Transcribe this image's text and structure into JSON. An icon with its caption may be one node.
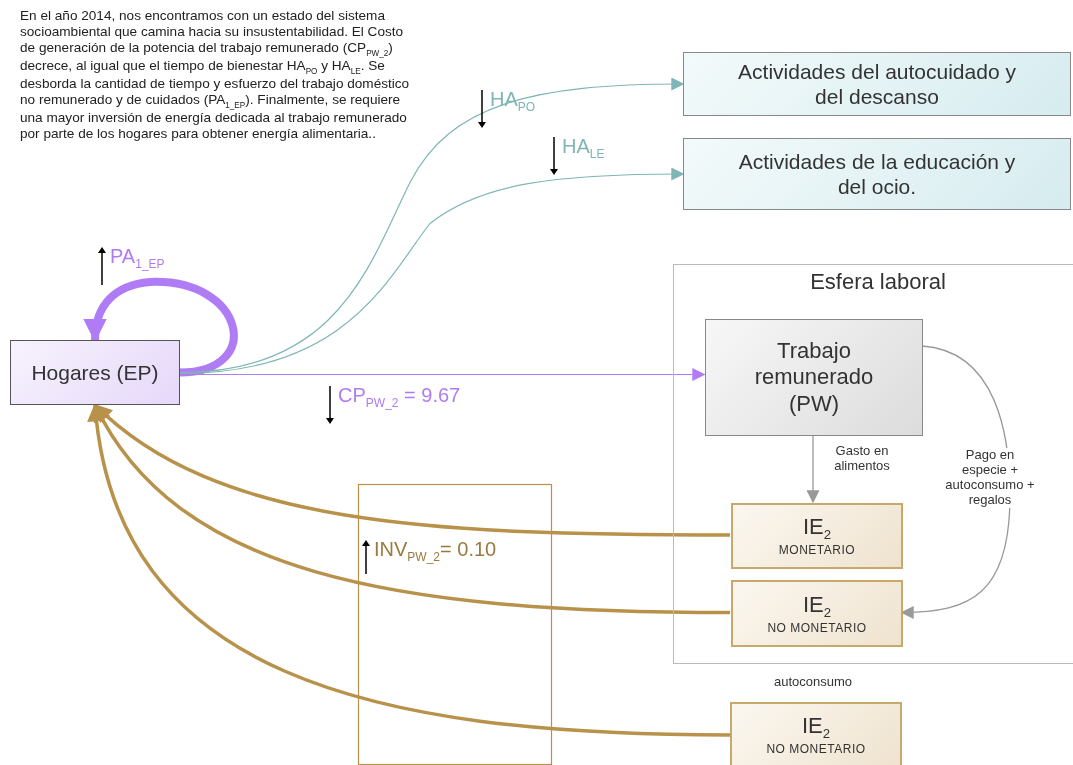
{
  "diagram": {
    "nodes": [
      {
        "text": [
          "Hogares (EP)"
        ]
      },
      {
        "text": [
          "Actividades del autocuidado y del descanso"
        ]
      },
      {
        "text": [
          "Actividades de la educación y del ocio."
        ]
      },
      {
        "text": [
          "Esfera laboral"
        ]
      },
      {
        "text": [
          "Trabajo remunerado (PW)"
        ],
        "in": 3
      },
      {
        "text": [
          "IE$_{2}$",
          "MONETARIO"
        ],
        "in": 3
      },
      {
        "text": [
          "IE$_{2}$",
          "NO MONETARIO"
        ],
        "in": 3
      },
      {
        "text": [
          "IE$_{2}$",
          "NO MONETARIO"
        ],
        "beside": [
          "autoconsumo"
        ]
      }
    ],
    "edges": [
      {
        "from": 0,
        "to": 0,
        "arrow": "to",
        "label": "PA$_{1_EP}$",
        "style": "thick",
        "color": "#b07cf5"
      },
      {
        "from": 0,
        "to": 1,
        "arrow": "to",
        "label": "HA$_{PO}$",
        "color": "#7fb5b5"
      },
      {
        "from": 0,
        "to": 2,
        "arrow": "to",
        "label": "HA$_{LE}$",
        "color": "#7fb5b5"
      },
      {
        "from": 0,
        "to": 4,
        "arrow": "to",
        "label": "CP$_{PW_2}$ = 9.67",
        "color": "#b07cf5"
      },
      {
        "from": 4,
        "to": 5,
        "arrow": "to",
        "label": "Gasto en alimentos"
      },
      {
        "from": 4,
        "to": 6,
        "arrow": "to",
        "label": "Pago en especie + autoconsumo + regalos"
      },
      {
        "from": 5,
        "to": 0,
        "arrow": "to",
        "style": "thick",
        "color": "#b8924a"
      },
      {
        "from": 6,
        "to": 0,
        "arrow": "to",
        "style": "thick",
        "color": "#b8924a"
      },
      {
        "from": 7,
        "to": 0,
        "arrow": "to",
        "style": "thick",
        "color": "#b8924a"
      }
    ],
    "labels": [
      "En el año 2014, nos encontramos con un estado del sistema socioambiental que camina hacia su insustentabilidad. El Costo de generación de la potencia del trabajo remunerado (CP$_{PW_2}$) decrece, al igual que el tiempo de bienestar HA$_{PO}$ y HA$_{LE}$. Se desborda la cantidad de tiempo y esfuerzo del trabajo doméstico no remunerado y de cuidados (PA$_{1_EP}$). Finalmente, se requiere una mayor inversión de energía dedicada al trabajo remunerado por parte de los hogares para obtener energía alimentaria..",
      "INV$_{PW_2}$= 0.10"
    ]
  }
}
